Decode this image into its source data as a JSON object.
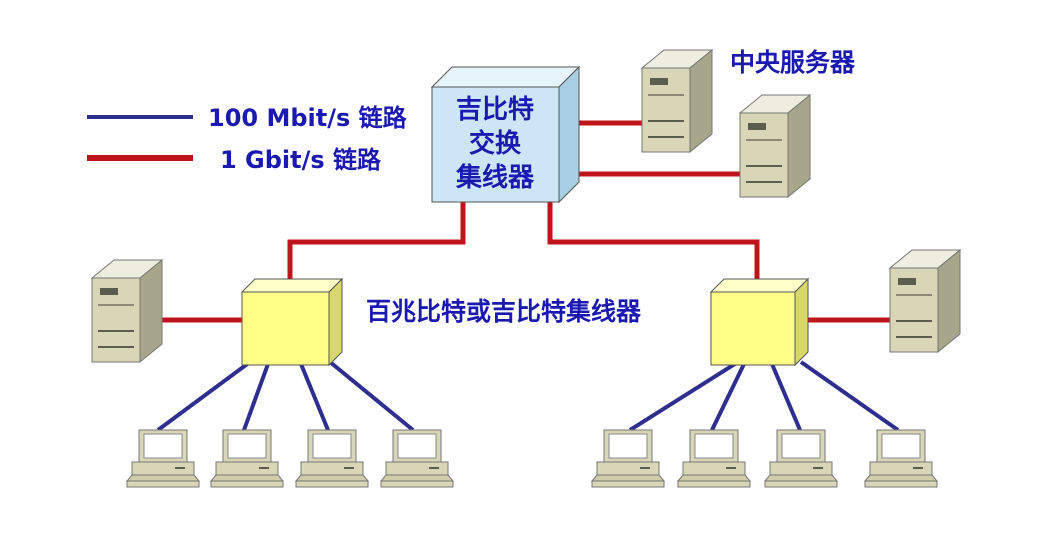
{
  "legend": {
    "items": [
      {
        "label": "100 Mbit/s 链路",
        "color": "#2e2e8e"
      },
      {
        "label": "1 Gbit/s 链路",
        "color": "#c0141c"
      }
    ]
  },
  "central_switch": {
    "lines": [
      "吉比特",
      "交换",
      "集线器"
    ]
  },
  "labels": {
    "central_servers": "中央服务器",
    "sub_hubs": "百兆比特或吉比特集线器"
  },
  "colors": {
    "fast_link": "#2e2e8e",
    "gigabit_link": "#c0141c",
    "switch_face": "#cce6f5",
    "hub_face": "#ffff88",
    "server_body": "#d8d6b6",
    "label_text": "#1a1ab0"
  },
  "icons": {
    "server": "server-tower-icon",
    "workstation": "desktop-computer-icon",
    "hub": "hub-box-icon",
    "switch": "switch-box-icon"
  }
}
